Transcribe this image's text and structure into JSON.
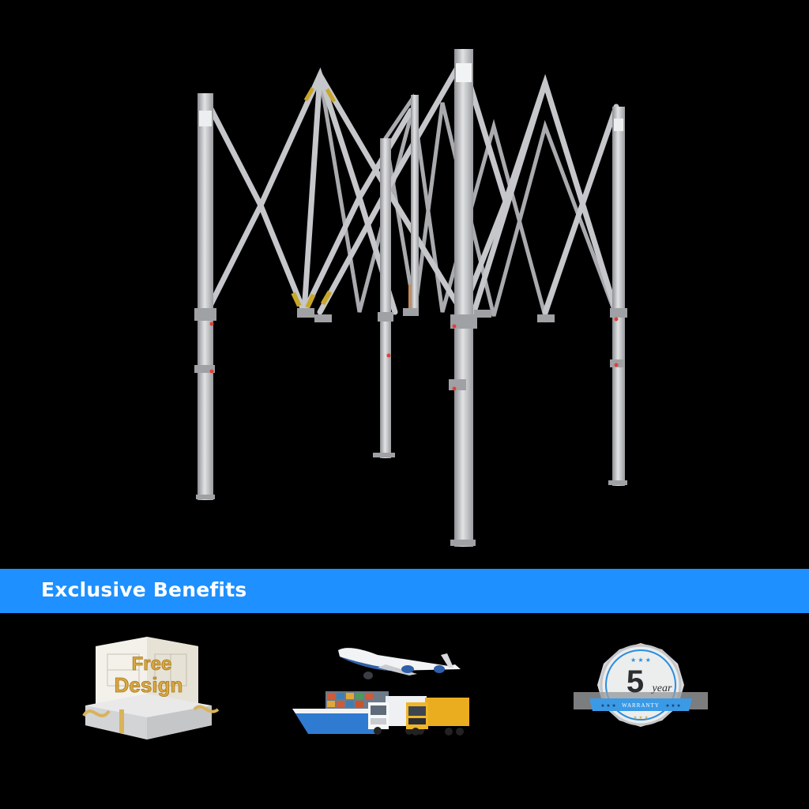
{
  "product": {
    "name": "pop-up canopy tent frame",
    "legs": 4,
    "truss_color": "#c9cbcf",
    "leg_color": "#b8babd"
  },
  "banner": {
    "title": "Exclusive Benefits",
    "background": "#1E90FF",
    "text_color": "#FFFFFF"
  },
  "benefits": [
    {
      "id": "free-design",
      "label_line1": "Free",
      "label_line2": "Design",
      "icon": "gift-box-icon"
    },
    {
      "id": "shipping",
      "icon": "shipping-transport-icon",
      "items": [
        "airplane",
        "container ship",
        "white truck",
        "yellow truck"
      ]
    },
    {
      "id": "warranty",
      "number": "5",
      "unit": "year",
      "ribbon": "WARRANTY",
      "stars": "★ ★ ★",
      "icon": "warranty-badge-icon"
    }
  ]
}
